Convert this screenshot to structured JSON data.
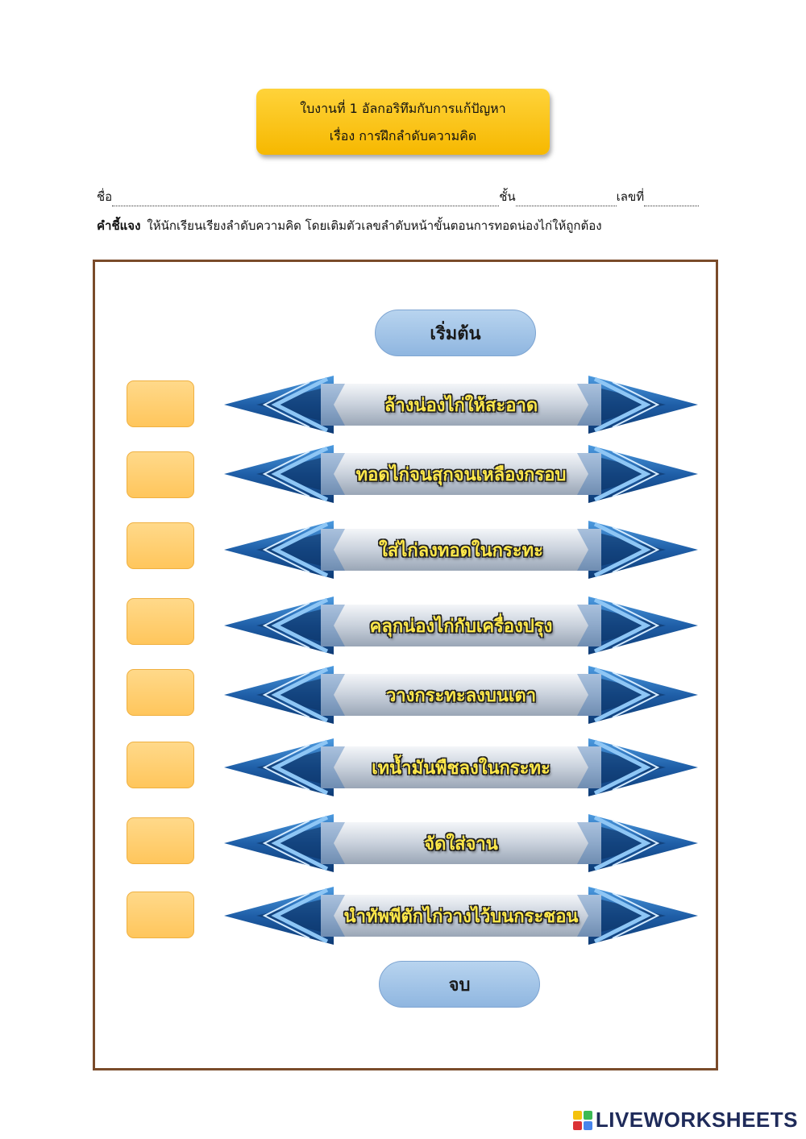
{
  "header": {
    "title_line1": "ใบงานที่ 1 อัลกอริทึมกับการแก้ปัญหา",
    "title_line2": "เรื่อง การฝึกลำดับความคิด"
  },
  "form": {
    "name_label": "ชื่อ",
    "class_label": "ชั้น",
    "number_label": "เลขที่"
  },
  "instruction": {
    "label": "คำชี้แจง",
    "text": "ให้นักเรียนเรียงลำดับความคิด โดยเติมตัวเลขลำดับหน้าขั้นตอนการทอดน่องไก่ให้ถูกต้อง"
  },
  "flow": {
    "start_label": "เริ่มต้น",
    "end_label": "จบ",
    "steps": [
      {
        "text": "ล้างน่องไก่ให้สะอาด",
        "answer": ""
      },
      {
        "text": "ทอดไก่จนสุกจนเหลืองกรอบ",
        "answer": ""
      },
      {
        "text": "ใส่ไก่ลงทอดในกระทะ",
        "answer": ""
      },
      {
        "text": "คลุกน่องไก่กับเครื่องปรุง",
        "answer": ""
      },
      {
        "text": "วางกระทะลงบนเตา",
        "answer": ""
      },
      {
        "text": "เทน้ำมันพืชลงในกระทะ",
        "answer": ""
      },
      {
        "text": "จัดใส่จาน",
        "answer": ""
      },
      {
        "text": "นำทัพพีตักไก่วางไว้บนกระชอน",
        "answer": ""
      }
    ]
  },
  "footer": {
    "brand": "LIVEWORKSHEETS",
    "logo_icon": "liveworksheets-logo-icon"
  },
  "colors": {
    "title_bg": "#ffc81a",
    "frame_border": "#7a4b2a",
    "answer_box": "#ffd27a",
    "pill": "#a8c8ea",
    "banner_blue": "#1f5fa8",
    "step_text": "#ffe84a"
  }
}
